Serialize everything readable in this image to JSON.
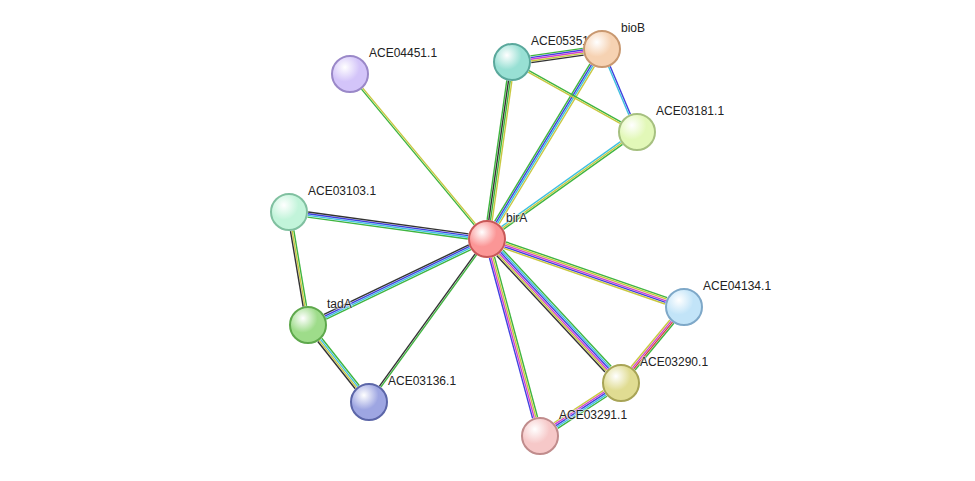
{
  "diagram": {
    "nodes": [
      {
        "text": [
          "ACE04451.1"
        ]
      },
      {
        "text": [
          "ACE05351.1"
        ]
      },
      {
        "text": [
          "bioB"
        ]
      },
      {
        "text": [
          "ACE03181.1"
        ]
      },
      {
        "text": [
          "ACE03103.1"
        ]
      },
      {
        "text": [
          "birA"
        ]
      },
      {
        "text": [
          "tadA"
        ]
      },
      {
        "text": [
          "ACE04134.1"
        ]
      },
      {
        "text": [
          "ACE03290.1"
        ]
      },
      {
        "text": [
          "ACE03136.1"
        ]
      },
      {
        "text": [
          "ACE03291.1"
        ]
      }
    ],
    "edges": [
      {
        "from": 5,
        "to": 0,
        "arrow": "none"
      },
      {
        "from": 5,
        "to": 1,
        "arrow": "none"
      },
      {
        "from": 5,
        "to": 2,
        "arrow": "none"
      },
      {
        "from": 5,
        "to": 3,
        "arrow": "none"
      },
      {
        "from": 5,
        "to": 4,
        "arrow": "none"
      },
      {
        "from": 5,
        "to": 6,
        "arrow": "none"
      },
      {
        "from": 5,
        "to": 9,
        "arrow": "none"
      },
      {
        "from": 5,
        "to": 7,
        "arrow": "none"
      },
      {
        "from": 5,
        "to": 8,
        "arrow": "none"
      },
      {
        "from": 5,
        "to": 10,
        "arrow": "none"
      },
      {
        "from": 1,
        "to": 2,
        "arrow": "none"
      },
      {
        "from": 1,
        "to": 3,
        "arrow": "none"
      },
      {
        "from": 2,
        "to": 3,
        "arrow": "none"
      },
      {
        "from": 4,
        "to": 6,
        "arrow": "none"
      },
      {
        "from": 6,
        "to": 9,
        "arrow": "none"
      },
      {
        "from": 7,
        "to": 8,
        "arrow": "none"
      },
      {
        "from": 8,
        "to": 10,
        "arrow": "none"
      }
    ]
  }
}
